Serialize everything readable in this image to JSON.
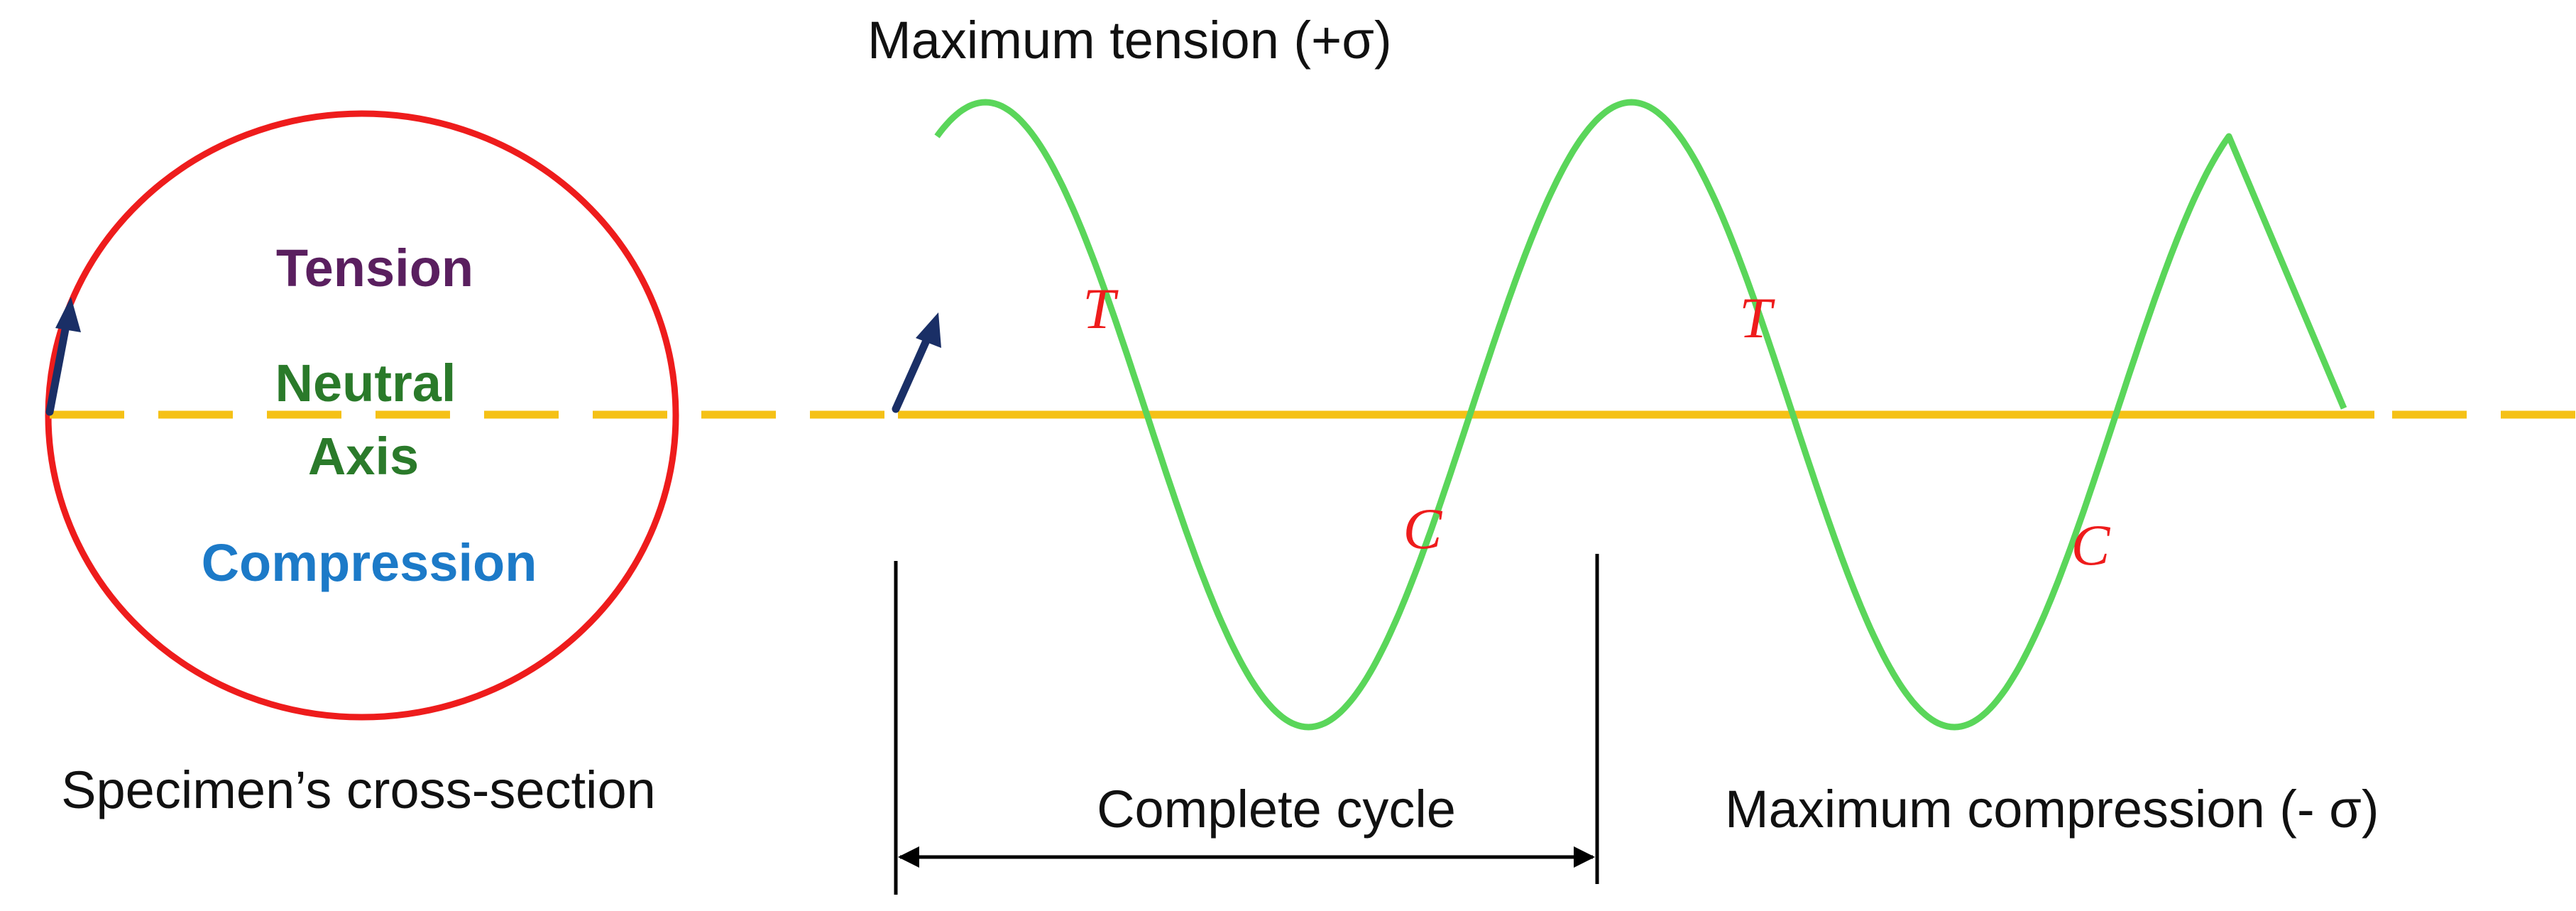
{
  "labels": {
    "max_tension": "Maximum tension (+σ)",
    "tension": "Tension",
    "neutral": "Neutral",
    "axis": "Axis",
    "compression": "Compression",
    "cross_section": "Specimen’s cross-section",
    "complete_cycle": "Complete cycle",
    "max_compression": "Maximum compression (- σ)",
    "wave_t1": "T",
    "wave_c1": "C",
    "wave_t2": "T",
    "wave_c2": "C"
  },
  "colors": {
    "circle": "#ee1c1c",
    "neutral_axis": "#f5c116",
    "wave": "#5ad65a",
    "arrow": "#1a2f66",
    "tension_text": "#5a1f5f",
    "neutral_text": "#2a7a2a",
    "compression_text": "#1c7ac8",
    "wave_letters": "#ee1c1c",
    "dimension": "#000000"
  }
}
